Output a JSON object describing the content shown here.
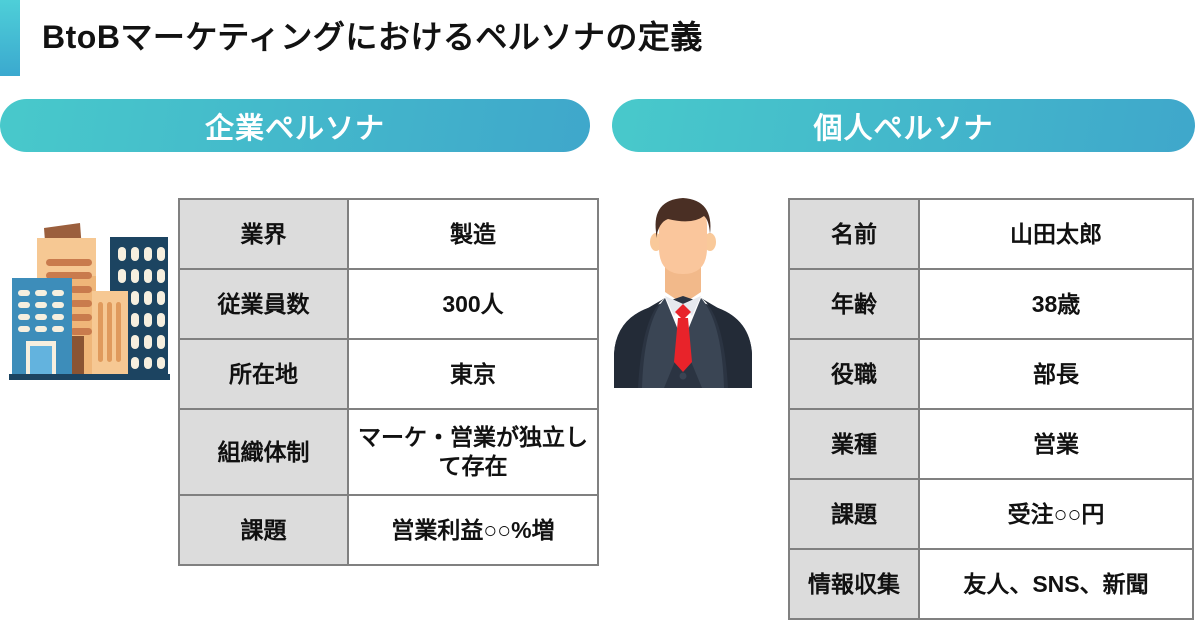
{
  "page": {
    "title": "BtoBマーケティングにおけるペルソナの定義",
    "accent_color": "#4ecfd8",
    "accent_color_end": "#3ba9cf",
    "background": "#ffffff"
  },
  "sections": {
    "company": {
      "pill_label": "企業ペルソナ",
      "icon": "office-buildings-icon",
      "rows": [
        {
          "key": "業界",
          "value": "製造"
        },
        {
          "key": "従業員数",
          "value": "300人"
        },
        {
          "key": "所在地",
          "value": "東京"
        },
        {
          "key": "組織体制",
          "value": "マーケ・営業が独立して存在"
        },
        {
          "key": "課題",
          "value": "営業利益○○%増"
        }
      ]
    },
    "person": {
      "pill_label": "個人ペルソナ",
      "icon": "businessman-avatar-icon",
      "rows": [
        {
          "key": "名前",
          "value": "山田太郎"
        },
        {
          "key": "年齢",
          "value": "38歳"
        },
        {
          "key": "役職",
          "value": "部長"
        },
        {
          "key": "業種",
          "value": "営業"
        },
        {
          "key": "課題",
          "value": "受注○○円"
        },
        {
          "key": "情報収集",
          "value": "友人、SNS、新聞"
        }
      ]
    }
  },
  "style_tokens": {
    "table_header_bg": "#dcdcdc",
    "table_border": "#808080",
    "pill_gradient_start": "#48c9cb",
    "pill_gradient_end": "#3fa7cb",
    "text_color": "#111111"
  }
}
